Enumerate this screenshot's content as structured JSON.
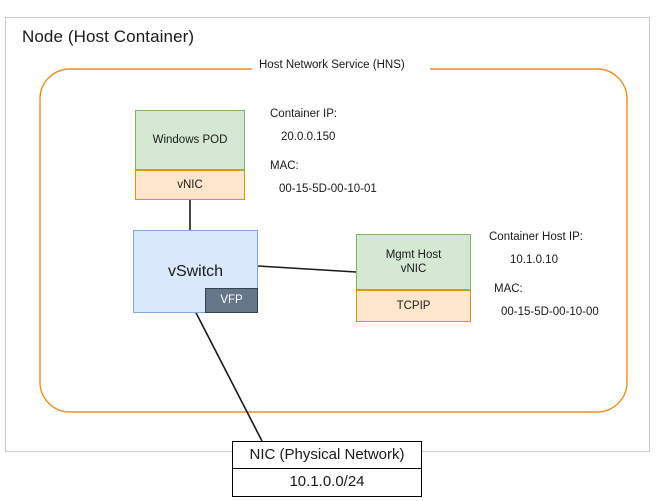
{
  "diagram": {
    "title": "Node (Host Container)",
    "hns_label": "Host Network Service (HNS)",
    "colors": {
      "green_fill": "#d5e8d4",
      "green_stroke": "#82b366",
      "orange_fill": "#ffe6cc",
      "orange_stroke": "#d79b00",
      "blue_fill": "#dae8fc",
      "blue_stroke": "#7ea6e0",
      "gray_fill": "#647687",
      "gray_stroke": "#314354",
      "hns_border": "#f08c24",
      "node_border": "#c9c9c9",
      "connector": "#1a1a1a"
    },
    "nodes": {
      "pod": "Windows POD",
      "pod_vnic": "vNIC",
      "vswitch": "vSwitch",
      "vfp": "VFP",
      "mgmt_vnic_line1": "Mgmt Host",
      "mgmt_vnic_line2": "vNIC",
      "tcpip": "TCPIP",
      "nic_title": "NIC (Physical Network)",
      "nic_subnet": "10.1.0.0/24"
    },
    "annotations": {
      "container_ip_label": "Container IP:",
      "container_ip_value": "20.0.0.150",
      "container_mac_label": "MAC:",
      "container_mac_value": "00-15-5D-00-10-01",
      "host_ip_label": "Container Host IP:",
      "host_ip_value": "10.1.0.10",
      "host_mac_label": "MAC:",
      "host_mac_value": "00-15-5D-00-10-00"
    }
  }
}
